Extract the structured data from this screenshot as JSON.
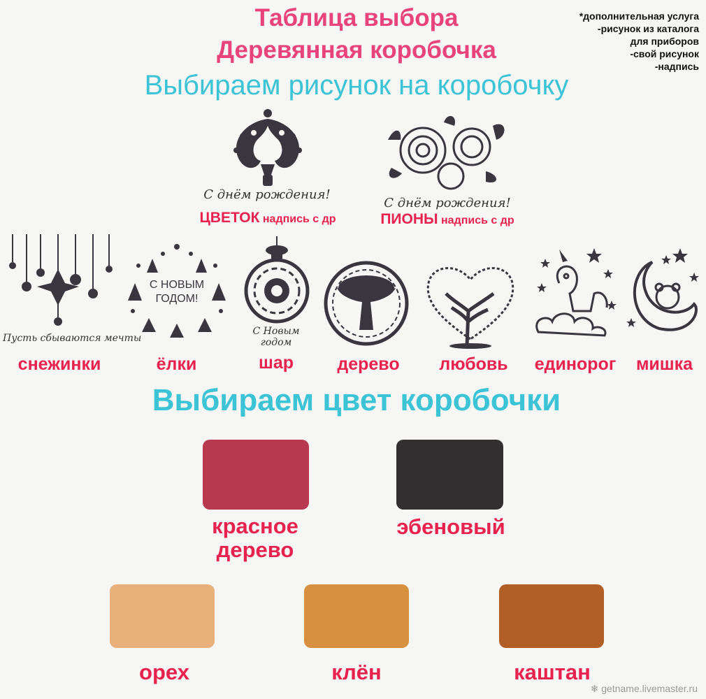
{
  "header": {
    "title_line1": "Таблица выбора",
    "title_line2": "Деревянная коробочка",
    "section1": "Выбираем рисунок на коробочку",
    "section2": "Выбираем цвет коробочки"
  },
  "note": {
    "line1": "*дополнительная услуга",
    "line2": "-рисунок из  каталога",
    "line3": "для приборов",
    "line4": "-свой рисунок",
    "line5": "-надпись"
  },
  "designs_top": [
    {
      "icon": "damask-icon",
      "caption": "С днём рождения!",
      "label_main": "ЦВЕТОК",
      "label_sub": "надпись с др"
    },
    {
      "icon": "peony-icon",
      "caption": "С днём рождения!",
      "label_main": "ПИОНЫ",
      "label_sub": "надпись с др"
    }
  ],
  "designs": [
    {
      "icon": "snowflakes-icon",
      "caption": "Пусть сбываются мечты",
      "label": "снежинки"
    },
    {
      "icon": "fir-trees-icon",
      "caption": "С НОВЫМ ГОДОМ!",
      "label": "ёлки"
    },
    {
      "icon": "ornament-ball-icon",
      "caption": "С Новым годом",
      "label": "шар"
    },
    {
      "icon": "tree-of-life-icon",
      "label": "дерево"
    },
    {
      "icon": "heart-tree-icon",
      "label": "любовь"
    },
    {
      "icon": "unicorn-icon",
      "label": "единорог"
    },
    {
      "icon": "teddy-moon-icon",
      "label": "мишка"
    }
  ],
  "colors": [
    {
      "label": "красное дерево",
      "label_l1": "красное",
      "label_l2": "дерево",
      "hex": "#b7384f"
    },
    {
      "label": "эбеновый",
      "hex": "#343032"
    },
    {
      "label": "орех",
      "hex": "#e8b07a"
    },
    {
      "label": "клён",
      "hex": "#d6903f"
    },
    {
      "label": "каштан",
      "hex": "#b15f26"
    }
  ],
  "watermark": "getname.livemaster.ru",
  "theme": {
    "pink": "#e8437c",
    "cyan": "#3cc4d6",
    "red": "#e8224e",
    "ink": "#3a3640"
  }
}
